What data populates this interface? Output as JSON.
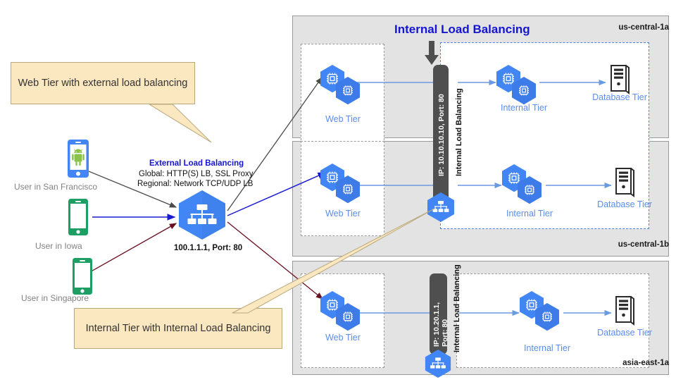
{
  "callouts": [
    {
      "id": "web-tier-callout",
      "text": "Web Tier with external load balancing"
    },
    {
      "id": "internal-tier-callout",
      "text": "Internal Tier with Internal Load Balancing"
    }
  ],
  "users": [
    {
      "label": "User in San Francisco",
      "icon": "android-phone-icon",
      "phone_color": "#4285f4",
      "robot_color": "#8bc34a"
    },
    {
      "label": "User in Iowa",
      "icon": "phone-icon",
      "phone_color": "#1d9e62",
      "robot_color": ""
    },
    {
      "label": "User in Singapore",
      "icon": "phone-icon",
      "phone_color": "#1d9e62",
      "robot_color": ""
    }
  ],
  "external_lb": {
    "title": "External Load Balancing",
    "line1": "Global: HTTP(S) LB, SSL Proxy",
    "line2": "Regional: Network TCP/UDP LB",
    "address": "100.1.1.1, Port: 80",
    "icon": "load-balancer-icon"
  },
  "internal_lb": {
    "title": "Internal Load Balancing",
    "arrow_icon": "down-arrow-icon"
  },
  "zones": [
    {
      "name": "us-central-1a",
      "web_tier": {
        "label": "Web Tier",
        "icon": "compute-instances-icon"
      },
      "internal_tier": {
        "label": "Internal Tier",
        "icon": "compute-instances-icon"
      },
      "database_tier": {
        "label": "Database Tier",
        "icon": "database-server-icon"
      },
      "lb_bar": {
        "address": "IP: 10.10.10.10, Port: 80",
        "caption": "Internal Load Balancing",
        "icon": "load-balancer-icon"
      }
    },
    {
      "name": "us-central-1b",
      "web_tier": {
        "label": "Web Tier",
        "icon": "compute-instances-icon"
      },
      "internal_tier": {
        "label": "Internal Tier",
        "icon": "compute-instances-icon"
      },
      "database_tier": {
        "label": "Database Tier",
        "icon": "database-server-icon"
      },
      "lb_bar": {
        "address": "",
        "caption": "",
        "icon": "load-balancer-icon"
      }
    },
    {
      "name": "asia-east-1a",
      "web_tier": {
        "label": "Web Tier",
        "icon": "compute-instances-icon"
      },
      "internal_tier": {
        "label": "Internal Tier",
        "icon": "compute-instances-icon"
      },
      "database_tier": {
        "label": "Database Tier",
        "icon": "database-server-icon"
      },
      "lb_bar": {
        "address_line1": "IP: 10.20.1.1,",
        "address_line2": "Port: 80",
        "caption": "Internal Load Balancing",
        "icon": "load-balancer-icon"
      }
    }
  ],
  "colors": {
    "accent_blue": "#4285f4",
    "label_blue": "#5b8def",
    "title_blue": "#1414d2",
    "zone_gray": "#e3e3e3",
    "callout_bg": "#fbe7c0",
    "bar_gray": "#4f4f4f",
    "arrow_sf": "#4a4a4a",
    "arrow_iowa": "#1a1ad0",
    "arrow_sg": "#6b1020"
  }
}
